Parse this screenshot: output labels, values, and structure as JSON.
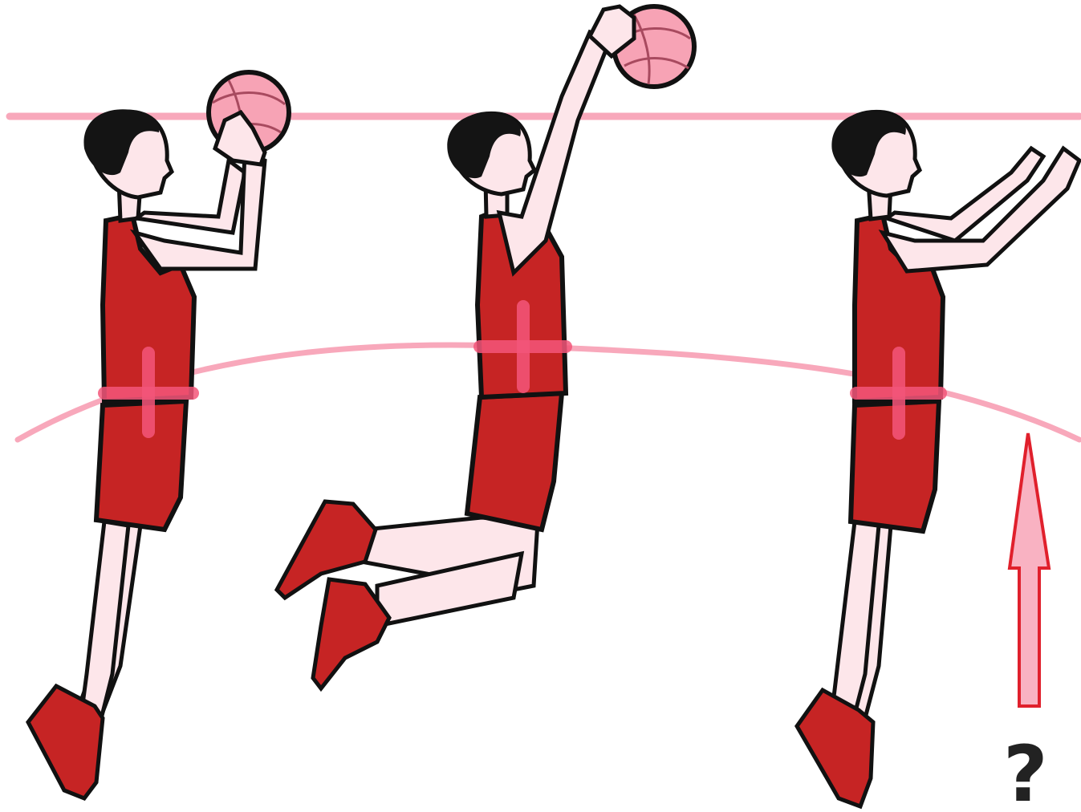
{
  "figure": {
    "question_mark": "?"
  },
  "colors": {
    "guide_line": "#f8a8bb",
    "center_of_mass_mark": "#f4567a",
    "jersey": "#c62424",
    "skin": "#fde6ea",
    "hair": "#141414",
    "ball": "#f7a3b5",
    "arrow_fill": "#f9b2c2",
    "arrow_stroke": "#e0202c",
    "outline": "#111111"
  },
  "players": [
    {
      "name": "player-1-jump-shot",
      "pose": "set-shot"
    },
    {
      "name": "player-2-release",
      "pose": "arm-extended-knees-bent"
    },
    {
      "name": "player-3-follow-through",
      "pose": "follow-through"
    }
  ]
}
